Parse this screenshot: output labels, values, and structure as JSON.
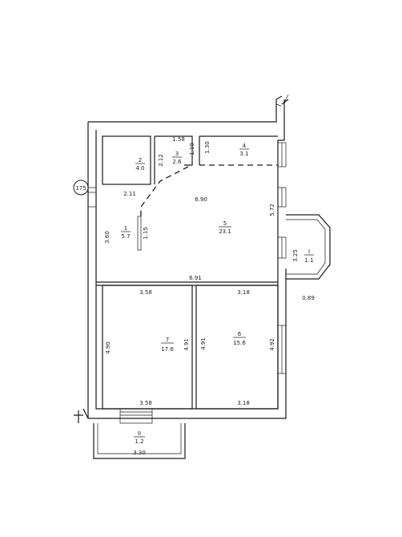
{
  "marker": "175",
  "rooms": {
    "r1": {
      "num": "1",
      "area": "5.7"
    },
    "r2": {
      "num": "2",
      "area": "4.0"
    },
    "r3": {
      "num": "3",
      "area": "2.6"
    },
    "r4": {
      "num": "4",
      "area": "3.1"
    },
    "r5": {
      "num": "5",
      "area": "23.1"
    },
    "r6": {
      "num": "6",
      "area": "15.6"
    },
    "r7": {
      "num": "7",
      "area": "17.6"
    },
    "rI": {
      "num": "I",
      "area": "1.1"
    },
    "rII": {
      "num": "II",
      "area": "1.2"
    }
  },
  "dims": {
    "d158": "1.58",
    "d212": "2.12",
    "d110": "1.10",
    "d130": "1.30",
    "d211": "2.11",
    "d690": "6.90",
    "d572": "5.72",
    "d360": "3.60",
    "d115": "1.15",
    "d691": "6.91",
    "d325": "3.25",
    "d089": "0.89",
    "d358a": "3.58",
    "d318a": "3.18",
    "d490": "4.90",
    "d491a": "4.91",
    "d491b": "4.91",
    "d492": "4.92",
    "d358b": "3.58",
    "d318b": "3.18",
    "d330": "3.30"
  }
}
